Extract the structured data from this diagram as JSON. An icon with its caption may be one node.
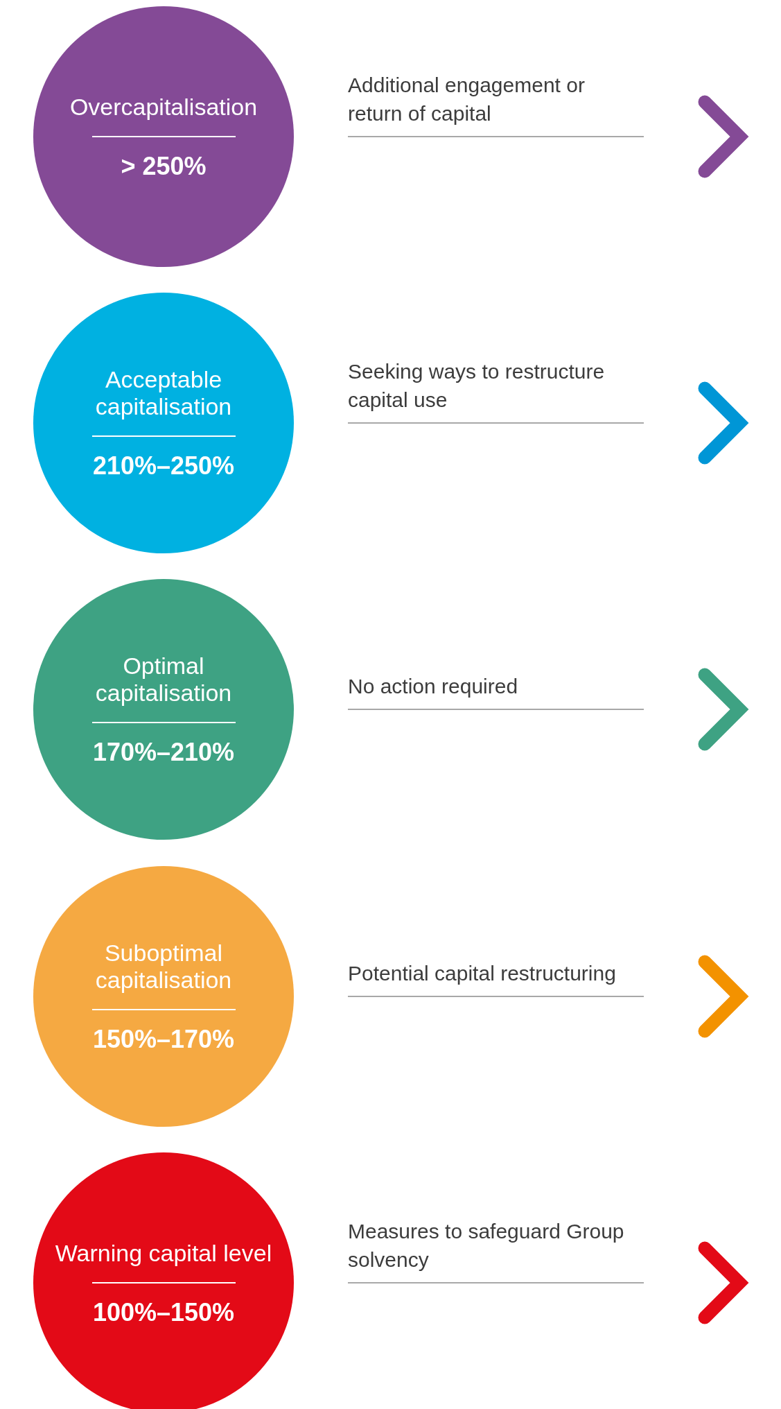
{
  "diagram": {
    "nodes": [
      {
        "text": [
          "Overcapitalisation",
          "> 250%"
        ],
        "beside": [
          "Additional engagement or return of capital"
        ]
      },
      {
        "text": [
          "Acceptable capitalisation",
          "210%–250%"
        ],
        "beside": [
          "Seeking ways to restructure capital use"
        ]
      },
      {
        "text": [
          "Optimal capitalisation",
          "170%–210%"
        ],
        "beside": [
          "No action required"
        ]
      },
      {
        "text": [
          "Suboptimal capitalisation",
          "150%–170%"
        ],
        "beside": [
          "Potential capital restructuring"
        ]
      },
      {
        "text": [
          "Warning capital level",
          "100%–150%"
        ],
        "beside": [
          "Measures to safeguard Group solvency"
        ]
      }
    ]
  }
}
